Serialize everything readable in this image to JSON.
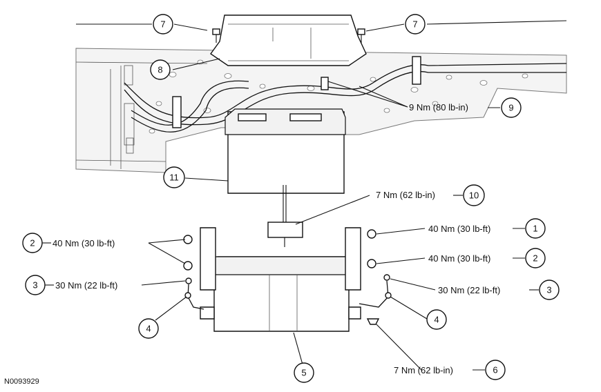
{
  "figure_id": "N0093929",
  "callouts": [
    {
      "id": "c7a",
      "number": "7",
      "text": ""
    },
    {
      "id": "c7b",
      "number": "7",
      "text": ""
    },
    {
      "id": "c8",
      "number": "8",
      "text": ""
    },
    {
      "id": "c9",
      "number": "9",
      "text": "9 Nm (80 lb-in)"
    },
    {
      "id": "c11",
      "number": "11",
      "text": ""
    },
    {
      "id": "c10",
      "number": "10",
      "text": "7 Nm (62 lb-in)"
    },
    {
      "id": "c2l",
      "number": "2",
      "text": "40 Nm (30 lb-ft)"
    },
    {
      "id": "c3l",
      "number": "3",
      "text": "30 Nm (22 lb-ft)"
    },
    {
      "id": "c4l",
      "number": "4",
      "text": ""
    },
    {
      "id": "c1",
      "number": "1",
      "text": "40 Nm (30 lb-ft)"
    },
    {
      "id": "c2r",
      "number": "2",
      "text": "40 Nm (30 lb-ft)"
    },
    {
      "id": "c3r",
      "number": "3",
      "text": "30 Nm (22 lb-ft)"
    },
    {
      "id": "c4r",
      "number": "4",
      "text": ""
    },
    {
      "id": "c5",
      "number": "5",
      "text": ""
    },
    {
      "id": "c6",
      "number": "6",
      "text": "7 Nm (62 lb-in)"
    }
  ]
}
